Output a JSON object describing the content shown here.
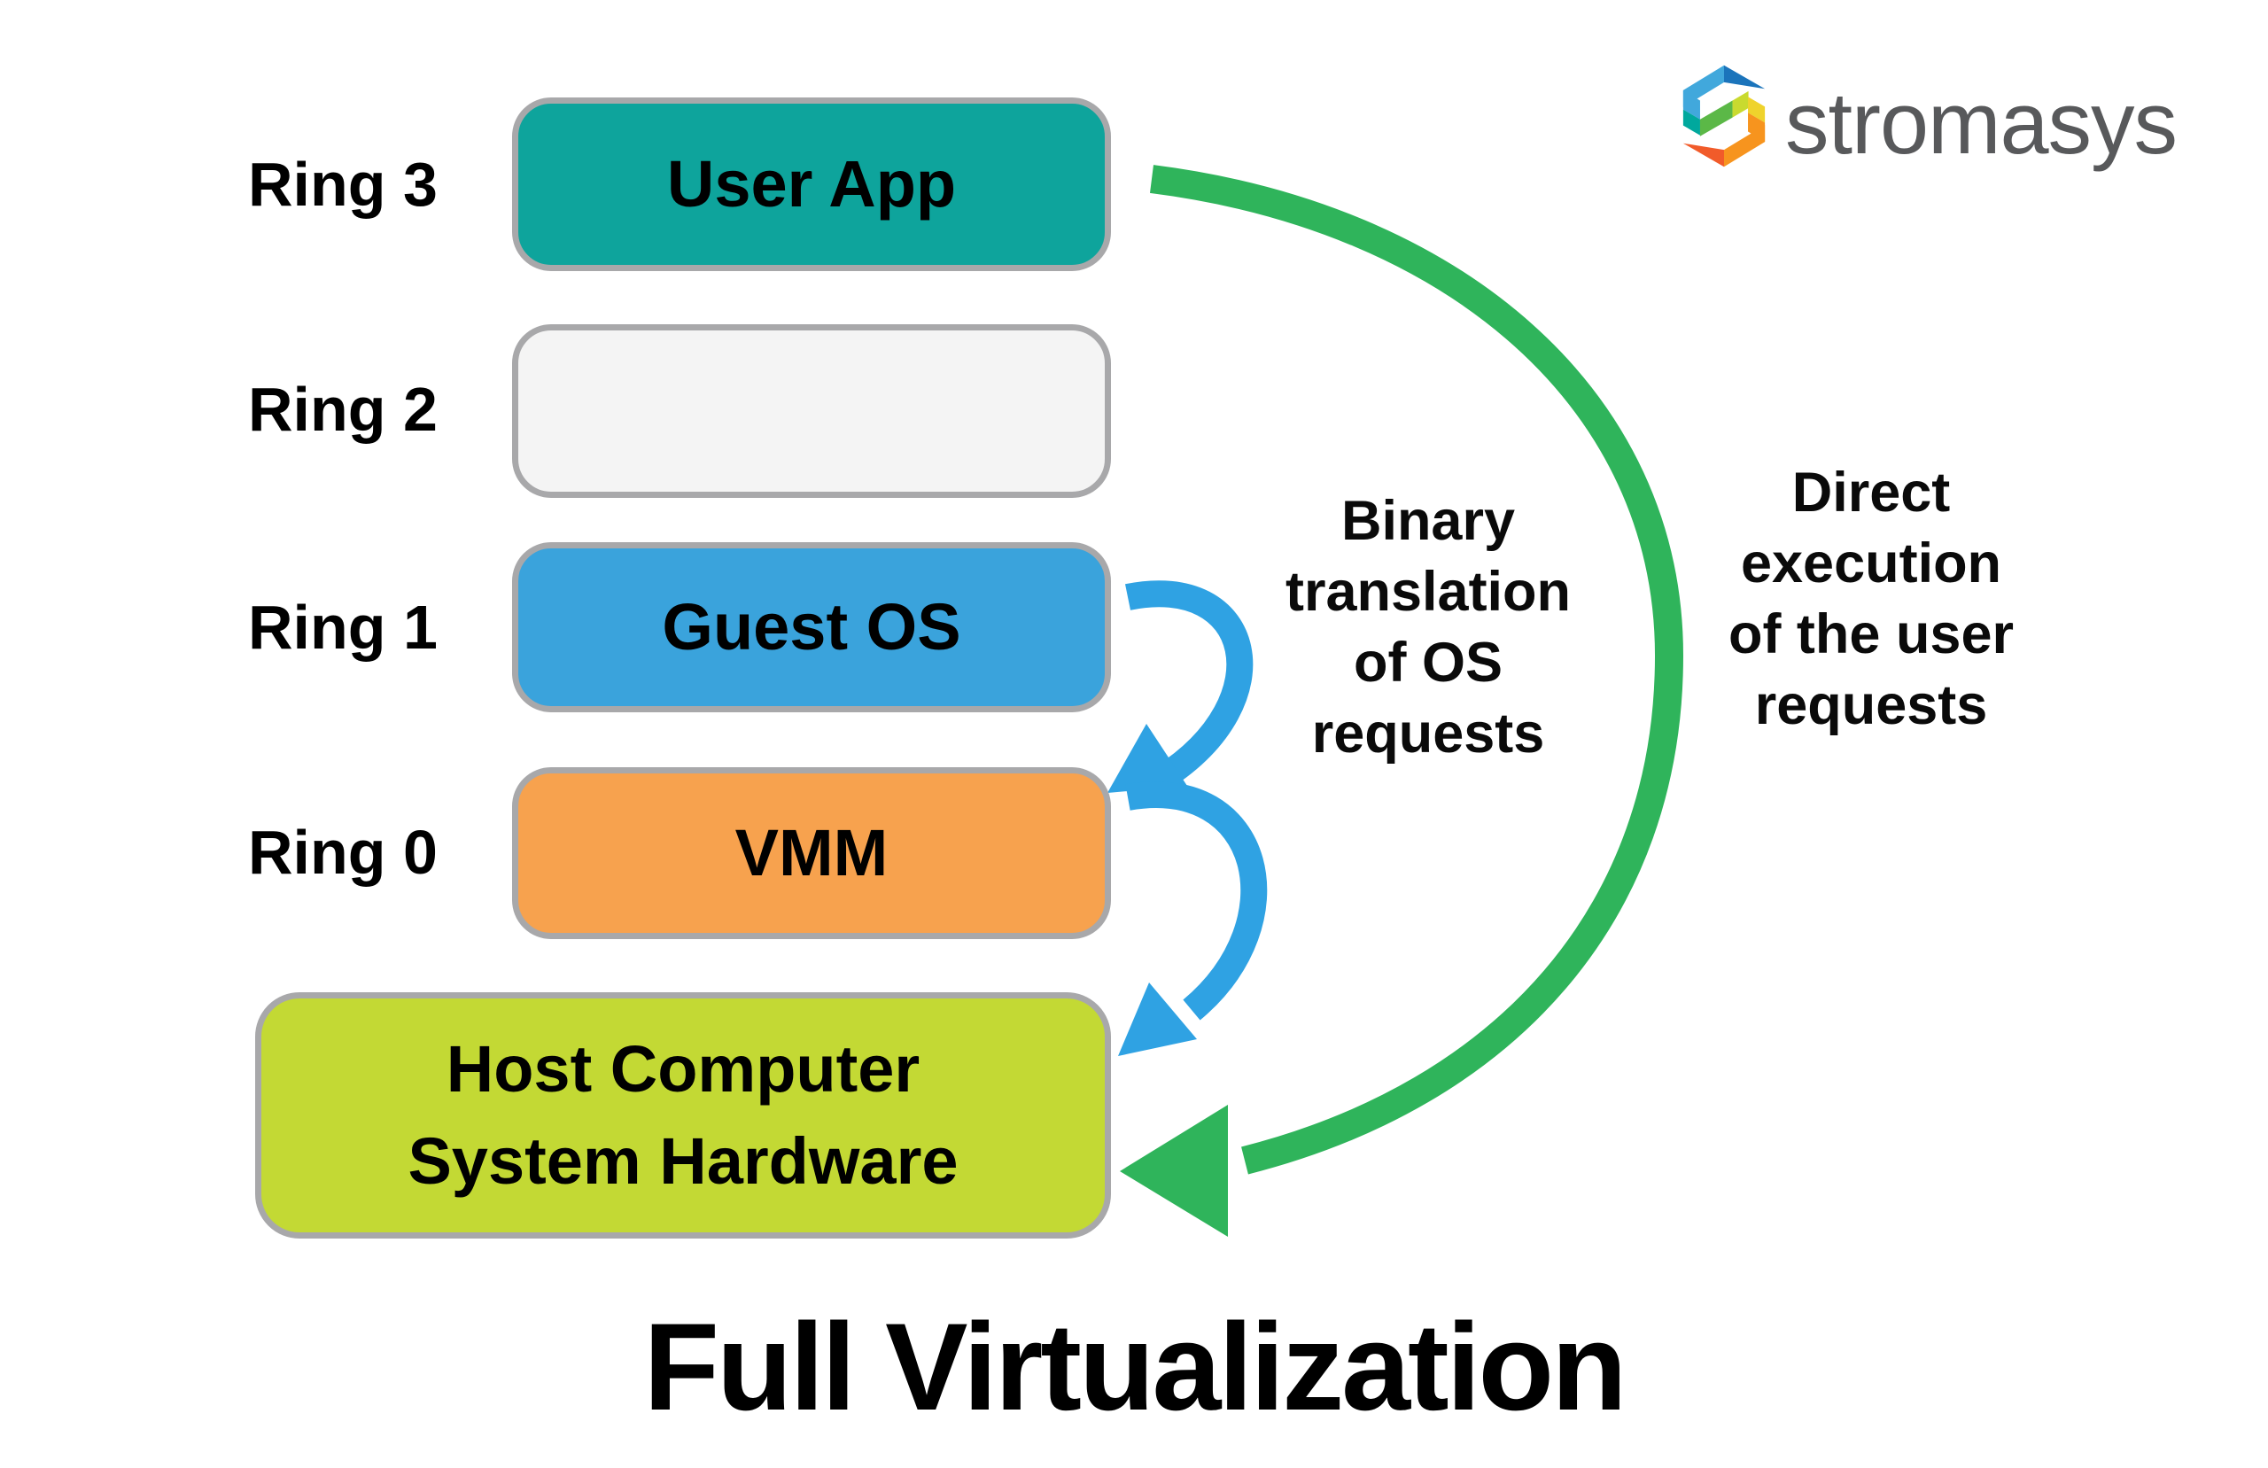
{
  "canvas": {
    "background": "#FFFFFF"
  },
  "logo": {
    "wordmark": "stromasys",
    "wordmark_color": "#58595B",
    "icon_colors": {
      "light_blue": "#41A8DC",
      "dark_blue": "#1B74BB",
      "teal": "#00A89D",
      "green": "#5BB847",
      "yellow_green": "#C9DA2F",
      "yellow": "#EFD32C",
      "orange": "#F7941E",
      "red_orange": "#F15B2A"
    }
  },
  "diagram": {
    "box_border_color": "#A8A8AA",
    "rings": [
      {
        "label": "Ring 3",
        "box_label": "User App",
        "box_fill": "#0EA49C"
      },
      {
        "label": "Ring 2",
        "box_label": "",
        "box_fill": "#F4F4F4"
      },
      {
        "label": "Ring 1",
        "box_label": "Guest OS",
        "box_fill": "#3AA3DC"
      },
      {
        "label": "Ring 0",
        "box_label": "VMM",
        "box_fill": "#F7A24E"
      }
    ],
    "host_box": {
      "label": "Host Computer\nSystem Hardware",
      "box_fill": "#C3D934"
    },
    "annotations": {
      "binary_translation": {
        "text": "Binary\ntranslation\nof OS\nrequests"
      },
      "direct_execution": {
        "text": "Direct\nexecution\nof the user\nrequests"
      }
    },
    "arrows": {
      "binary_color": "#2FA2E3",
      "direct_color": "#2FB45B"
    }
  },
  "title": "Full Virtualization"
}
